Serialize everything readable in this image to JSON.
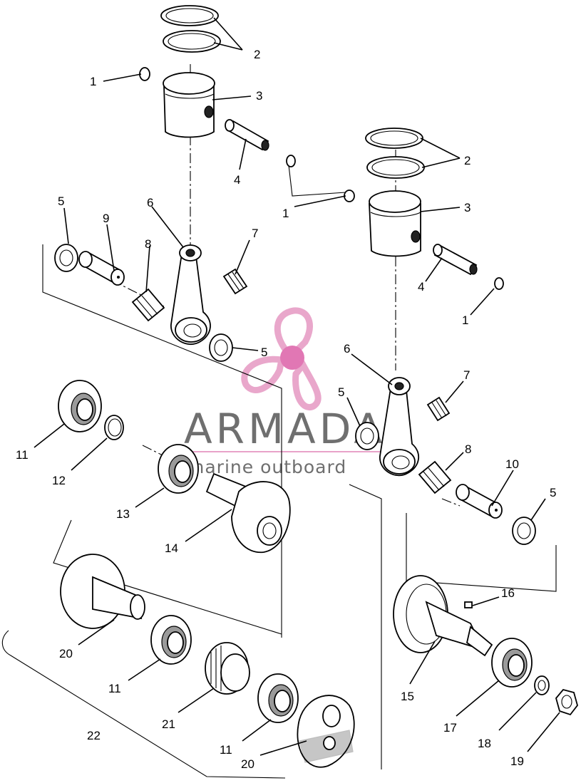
{
  "watermark": {
    "title": "ARMADA",
    "subtitle": "marine outboard",
    "logo_color": "#e8a3c9",
    "logo_center_color": "#e070b0",
    "text_color": "#6f6f6f"
  },
  "callouts": [
    {
      "id": "c1a",
      "label": "1"
    },
    {
      "id": "c2a",
      "label": "2"
    },
    {
      "id": "c3a",
      "label": "3"
    },
    {
      "id": "c4a",
      "label": "4"
    },
    {
      "id": "c2b",
      "label": "2"
    },
    {
      "id": "c1b",
      "label": "1"
    },
    {
      "id": "c3b",
      "label": "3"
    },
    {
      "id": "c5a",
      "label": "5"
    },
    {
      "id": "c9",
      "label": "9"
    },
    {
      "id": "c6a",
      "label": "6"
    },
    {
      "id": "c8a",
      "label": "8"
    },
    {
      "id": "c7a",
      "label": "7"
    },
    {
      "id": "c4b",
      "label": "4"
    },
    {
      "id": "c1c",
      "label": "1"
    },
    {
      "id": "c5b",
      "label": "5"
    },
    {
      "id": "c6b",
      "label": "6"
    },
    {
      "id": "c7b",
      "label": "7"
    },
    {
      "id": "c5c",
      "label": "5"
    },
    {
      "id": "c11a",
      "label": "11"
    },
    {
      "id": "c12",
      "label": "12"
    },
    {
      "id": "c8b",
      "label": "8"
    },
    {
      "id": "c10",
      "label": "10"
    },
    {
      "id": "c5d",
      "label": "5"
    },
    {
      "id": "c13",
      "label": "13"
    },
    {
      "id": "c14",
      "label": "14"
    },
    {
      "id": "c16",
      "label": "16"
    },
    {
      "id": "c20a",
      "label": "20"
    },
    {
      "id": "c11b",
      "label": "11"
    },
    {
      "id": "c15",
      "label": "15"
    },
    {
      "id": "c21",
      "label": "21"
    },
    {
      "id": "c17",
      "label": "17"
    },
    {
      "id": "c18",
      "label": "18"
    },
    {
      "id": "c22",
      "label": "22"
    },
    {
      "id": "c11c",
      "label": "11"
    },
    {
      "id": "c19",
      "label": "19"
    },
    {
      "id": "c20b",
      "label": "20"
    }
  ]
}
